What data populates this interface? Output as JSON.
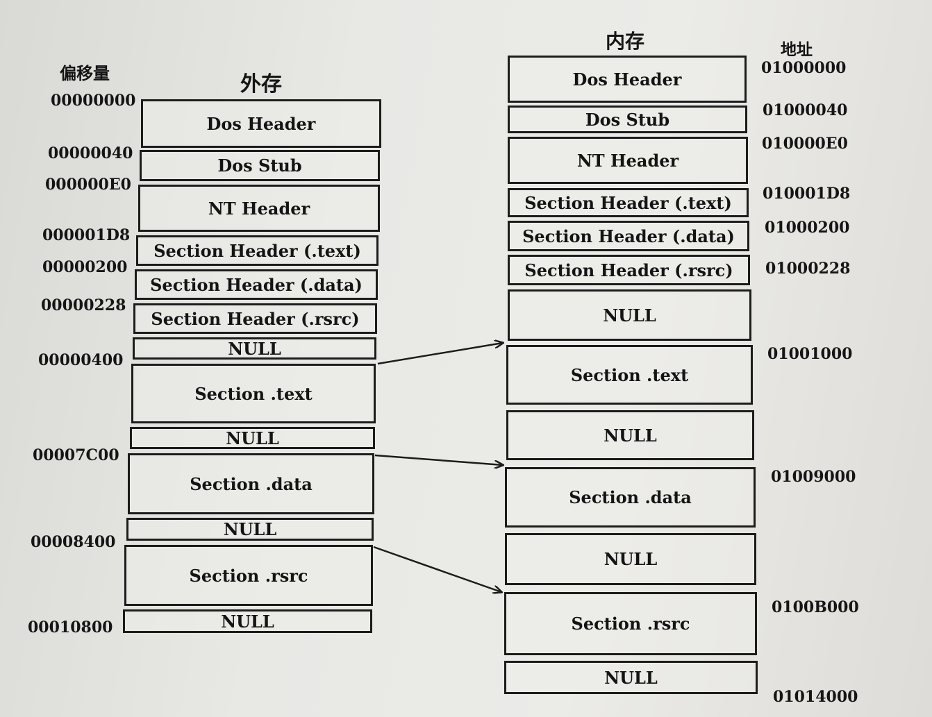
{
  "disk": {
    "offset_heading": "偏移量",
    "title": "外存",
    "offsets": [
      "00000000",
      "00000040",
      "000000E0",
      "000001D8",
      "00000200",
      "00000228",
      "00000400",
      "00007C00",
      "00008400",
      "00010800"
    ],
    "blocks": [
      "Dos Header",
      "Dos Stub",
      "NT Header",
      "Section Header (.text)",
      "Section Header (.data)",
      "Section Header (.rsrc)",
      "NULL",
      "Section .text",
      "NULL",
      "Section .data",
      "NULL",
      "Section .rsrc",
      "NULL"
    ]
  },
  "memory": {
    "title": "内存",
    "address_heading": "地址",
    "addresses": [
      "01000000",
      "01000040",
      "010000E0",
      "010001D8",
      "01000200",
      "01000228",
      "01001000",
      "01009000",
      "0100B000",
      "01014000"
    ],
    "blocks": [
      "Dos Header",
      "Dos Stub",
      "NT Header",
      "Section Header (.text)",
      "Section Header (.data)",
      "Section Header (.rsrc)",
      "NULL",
      "Section .text",
      "NULL",
      "Section .data",
      "NULL",
      "Section .rsrc",
      "NULL"
    ]
  }
}
